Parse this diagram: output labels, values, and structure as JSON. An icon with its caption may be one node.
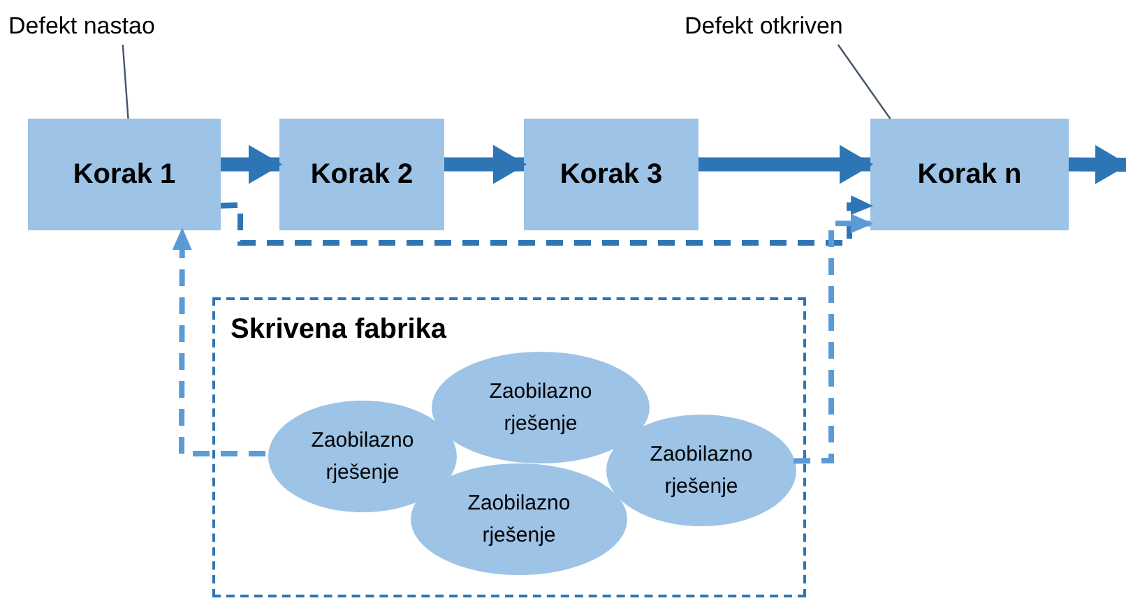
{
  "diagram": {
    "nodes": [
      {
        "text": [
          "Defekt nastao"
        ]
      },
      {
        "text": [
          "Defekt otkriven"
        ]
      },
      {
        "text": [
          "Korak 1"
        ]
      },
      {
        "text": [
          "Korak 2"
        ]
      },
      {
        "text": [
          "Korak 3"
        ]
      },
      {
        "text": [
          "Korak n"
        ]
      },
      {
        "text": [
          "Skrivena fabrika"
        ]
      },
      {
        "text": [
          "Zaobilazno rješenje"
        ],
        "in": 6
      },
      {
        "text": [
          "Zaobilazno rješenje"
        ],
        "in": 6
      },
      {
        "text": [
          "Zaobilazno rješenje"
        ],
        "in": 6
      },
      {
        "text": [
          "Zaobilazno rješenje"
        ],
        "in": 6
      }
    ],
    "edges": [
      {
        "from": 0,
        "to": 2,
        "arrow": "none",
        "color": "#44546a"
      },
      {
        "from": 1,
        "to": 5,
        "arrow": "none",
        "color": "#44546a"
      },
      {
        "from": 2,
        "to": 3,
        "arrow": "to",
        "style": "thick"
      },
      {
        "from": 3,
        "to": 4,
        "arrow": "to",
        "style": "thick"
      },
      {
        "from": 4,
        "to": 5,
        "arrow": "to",
        "style": "thick"
      },
      {
        "from": 5,
        "to": null,
        "arrow": "to",
        "style": "thick"
      },
      {
        "from": 2,
        "to": 5,
        "arrow": "to",
        "style": "dashed"
      },
      {
        "from": 7,
        "to": 2,
        "arrow": "to",
        "style": "dashed",
        "color": "#5b9bd5"
      },
      {
        "from": 10,
        "to": 5,
        "arrow": "to",
        "style": "dashed",
        "color": "#5b9bd5"
      }
    ]
  }
}
